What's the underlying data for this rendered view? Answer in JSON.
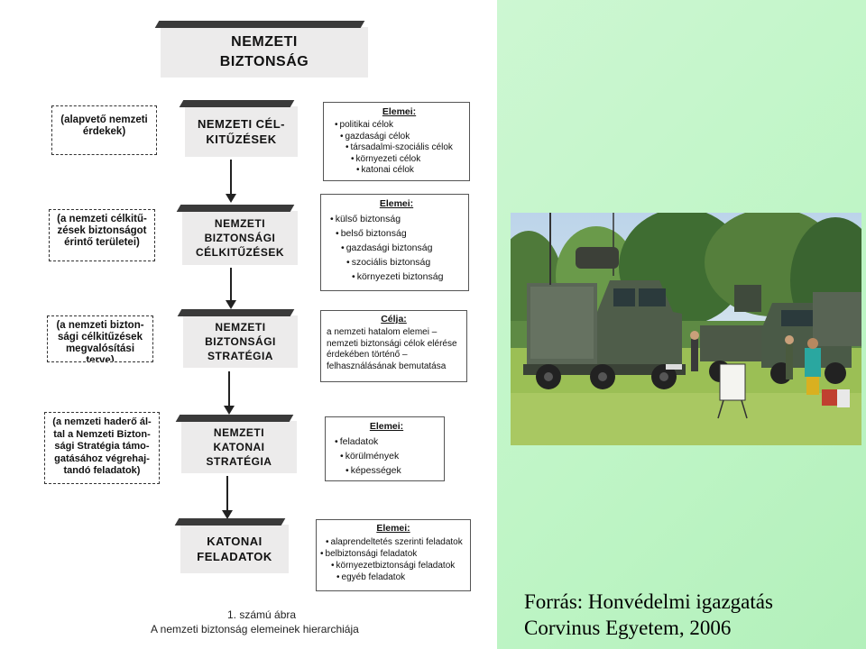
{
  "diagram": {
    "top": {
      "line1": "NEMZETI",
      "line2": "BIZTONSÁG"
    },
    "rows": [
      {
        "dashed": "(alapvető nemzeti érdekek)",
        "title": [
          "NEMZETI CÉL-",
          "KITŰZÉSEK"
        ],
        "elements": {
          "header": "Elemei:",
          "items": [
            "politikai célok",
            "gazdasági célok",
            "társadalmi-szociális célok",
            "környezeti célok",
            "katonai célok"
          ]
        }
      },
      {
        "dashed": "(a nemzeti célkitű-zések biztonságot érintő területei)",
        "title": [
          "NEMZETI",
          "BIZTONSÁGI",
          "CÉLKITŰZÉSEK"
        ],
        "elements": {
          "header": "Elemei:",
          "items": [
            "külső biztonság",
            "belső biztonság",
            "gazdasági biztonság",
            "szociális biztonság",
            "környezeti biztonság"
          ]
        }
      },
      {
        "dashed": "(a nemzeti bizton-sági célkitűzések megvalósítási terve)",
        "title": [
          "NEMZETI",
          "BIZTONSÁGI",
          "STRATÉGIA"
        ],
        "elements": {
          "header": "Célja:",
          "text": "a nemzeti hatalom elemei – nemzeti biztonsági célok elérése érdekében történő – felhasználásának bemutatása"
        }
      },
      {
        "dashed": "(a nemzeti haderő ál-tal a Nemzeti Bizton-sági Stratégia támo-gatásához végrehaj-tandó feladatok)",
        "title": [
          "NEMZETI",
          "KATONAI",
          "STRATÉGIA"
        ],
        "elements": {
          "header": "Elemei:",
          "items": [
            "feladatok",
            "körülmények",
            "képességek"
          ]
        }
      },
      {
        "title": [
          "KATONAI",
          "FELADATOK"
        ],
        "elements": {
          "header": "Elemei:",
          "items": [
            "alaprendeltetés szerinti feladatok",
            "belbiztonsági feladatok",
            "környezetbiztonsági feladatok",
            "egyéb feladatok"
          ]
        }
      }
    ],
    "caption_line1": "1. számú ábra",
    "caption_line2": "A nemzeti biztonság elemeinek hierarchiája"
  },
  "source": {
    "line1": "Forrás: Honvédelmi igazgatás",
    "line2": "Corvinus Egyetem, 2006"
  },
  "colors": {
    "panel": "#bff5c6",
    "grass": "#9bbf55",
    "truck": "#4f5d4a"
  }
}
